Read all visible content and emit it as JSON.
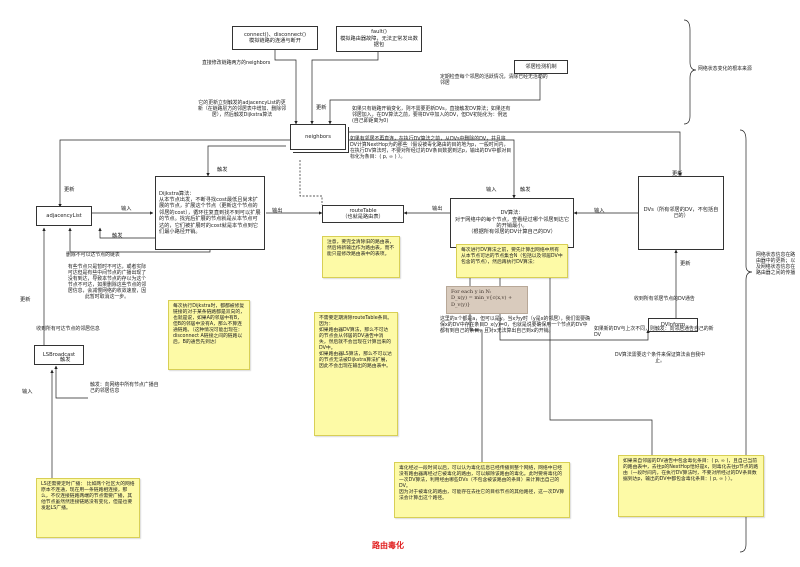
{
  "boxes": {
    "connect": "connect()、disconnect()\n模拟链路的连通与断开",
    "fault": "fault()\n模拟路由器故障，无法正常发出数据包",
    "neighbor_detect": "邻居检测机制",
    "neighbors": "neighbors",
    "dijkstra": "Dijkstra算法：\n从本节点出发，不断寻找cost最低且尚未扩展的节点，扩展这个节点（更新这个节点的邻居的cost），循环往复直到找不到可以扩展的节点。找完后扩展的节点就是从本节点可达的，它们被扩展时的cost就是本节点到它们最小路径开销。",
    "adjacencylist": "adjacencyList",
    "routetable": "routeTable\n（也就是路由表）",
    "dv_algo": "DV算法：\n对于网络中的每个节点，查看经过哪个邻居到达它的开销最小。\n（根据所有邻居的DV计算自己的DV）",
    "dvs": "DVs（所有邻居的DV，不包括自己的）",
    "dvinform": "DVInform",
    "lsbroadcast": "LSBroadcast"
  },
  "labels": {
    "neighbor_change": "直接修改链路两方的neighbors",
    "periodic_detect": "定期检查每个邻居的活跃情况，清除已经无活动的邻居",
    "lsdb_update": "它的更新立刻触发的adjacencyList的更新（在链路层方的邻居表中增加、删除邻居），然后触发Dijkstra算法",
    "update_1": "更新",
    "update_2": "更新",
    "update_3": "更新",
    "update_4": "更新",
    "update_5": "更新",
    "input_1": "输入",
    "input_2": "输入",
    "input_3": "输入",
    "input_4": "输入",
    "output_1": "输出",
    "output_2": "输出",
    "output_3": "输出",
    "trigger_1": "触发",
    "trigger_2": "触发",
    "trigger_3": "触发",
    "trigger_4": "触发",
    "dv_on_change": "如果只有链路开销变化，则不需要更新DVs，直接触发DV算法；如果还有邻居加入，在DV算法之前，要将DV中加入的DV，但DV初始化为：例远(自己即距离为0)",
    "neighbor_delete": "如果有邻居不再直连，在执行DV算法之前，从DVs中删除的DV，并且将DV计算NextHop为的那些（假设被毒化路由的目的地为p，一般时间内，在执行DV算法时，不要对所经过的DV条目数据到达p，输出的DV中都对目标化为条目：( p, ∞ ) ）。",
    "delete_unreach": "删除不可以达节点的链表",
    "ls_explain": "有些节点只是暂时不可达，或者实际可达但是有些中间节点的广播出现了没有到达，导致本节点的存以为这个节点不可达，如果删除这些节点的邻居信息，会减慢网络的收敛速度，因此暂时取消这一步。",
    "collect_ls": "收到所有可达节点的邻居信息",
    "trigger_broadcast": "触发：向网络中所有节点广播自己的邻居信息",
    "collect_dv": "收到所有邻居节点的DV通告",
    "dv_change_inform": "如果新的DV与上次不同，则触发：向邻居通告自己的新DV",
    "dv_condition": "DV算法需要这个条件来保证算法会自我中止。",
    "right_brace_top": "网络状态变化的根本来源",
    "right_brace_mid": "网络状态信息在路由器中的更新；以及网络状态信息在路由器之间的传播",
    "title": "路由毒化"
  },
  "notes": {
    "dijkstra_note": "每次执行Dijkstra时，都都被修复链接的对于某条链路都是双向的，也就是说，如果A的邻居中有B，但B的邻居中没有A，那么不算连通链路。（这种情况可能出现在：disconnect A链接之间的链路以后，B的通告先到达）",
    "routetable_note": "注意，要完全清除旧的路由表，然后将新输出作为路由表，而不能只是修改路由表中的表项。",
    "routetable_note2": "不需要定期清除routeTable条目。\n因为：\n如果路由器DV算法，那么不可达的节点会从邻居的DV通告中消失，然后就不会出现在计算出来的DV中。\n如果路由器LS算法，那么不可以达的节点无法被Dijkstra算法扩展，因此不会出现在输出的路由表中。",
    "dv_process_note": "每次进行DV算法之前，要先计算出网络中所有从本节点可达的节点集合N（包括以及邻居DV中包含的节点），然后再执行DV算法：",
    "dv_formula_a": "这里的x个都是a，但可以是y。当x为y时（y是x的邻居），我们需要确保x的DV中存在条目D_x(y)=0，也就是说要确保用一个节点的DV中都有到自己的条目，且对x无法算出自己到x的开销。",
    "ls_note": "LS还需要定时广播：\n比如两个社区大的网络原本不连通，现在用一条链路相连接，那么，不仅连接链路两端的节点需要广播，其他节点虽然然连接链路没有变化，但是也要发起LS广播。",
    "poison_note": "毒化经过一段时间以后，可以认为毒化信息已经传播到整个网络，网络中已经没有路由器再经过它被毒化的路由，可以解除该路由的毒化。此时要将毒化的一次DV算法，利用经由哪些DVs（不包含被该路由的条目）来计算出自己的DV。\n因为对于被毒化的路由，可能存在去往它的目标节点的其他路径，这一次DV算法会计算出这个路径。",
    "poison_rule": "如果来自邻居的DV通告中包含毒化条目：( p, ∞ )，且自己当前的路由表中，去往p的NextHop恰好是x，则毒化去往p节点的路由（一段时间内，在执行DV算法时，不要对所经过的DV条目数据到达p，输出的DV中都包含毒化条目：( p, ∞ ) ）。"
  },
  "formula_lines": [
    "For each y in N:",
    "D_x(y) = min_v{c(x,v) + D_v(y)}"
  ]
}
